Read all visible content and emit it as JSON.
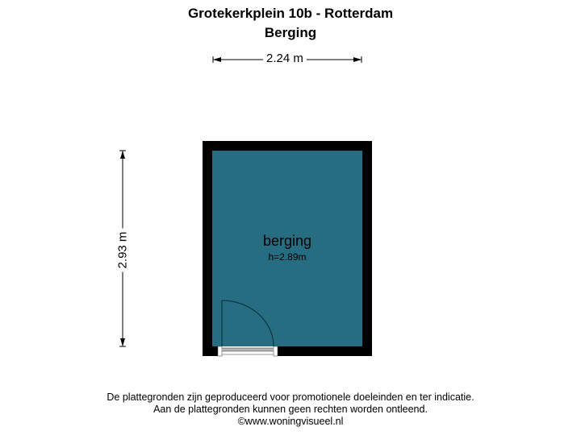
{
  "header": {
    "title": "Grotekerkplein 10b - Rotterdam",
    "subtitle": "Berging"
  },
  "dimensions": {
    "width_label": "2.24 m",
    "height_label": "2.93 m"
  },
  "room": {
    "name": "berging",
    "ceiling_height": "h=2.89m",
    "fill_color": "#276d82",
    "wall_color": "#000000"
  },
  "footer": {
    "line1": "De plattegronden zijn geproduceerd voor promotionele doeleinden en ter indicatie.",
    "line2": "Aan de plattegronden kunnen geen rechten worden ontleend.",
    "line3": "©www.woningvisueel.nl"
  }
}
